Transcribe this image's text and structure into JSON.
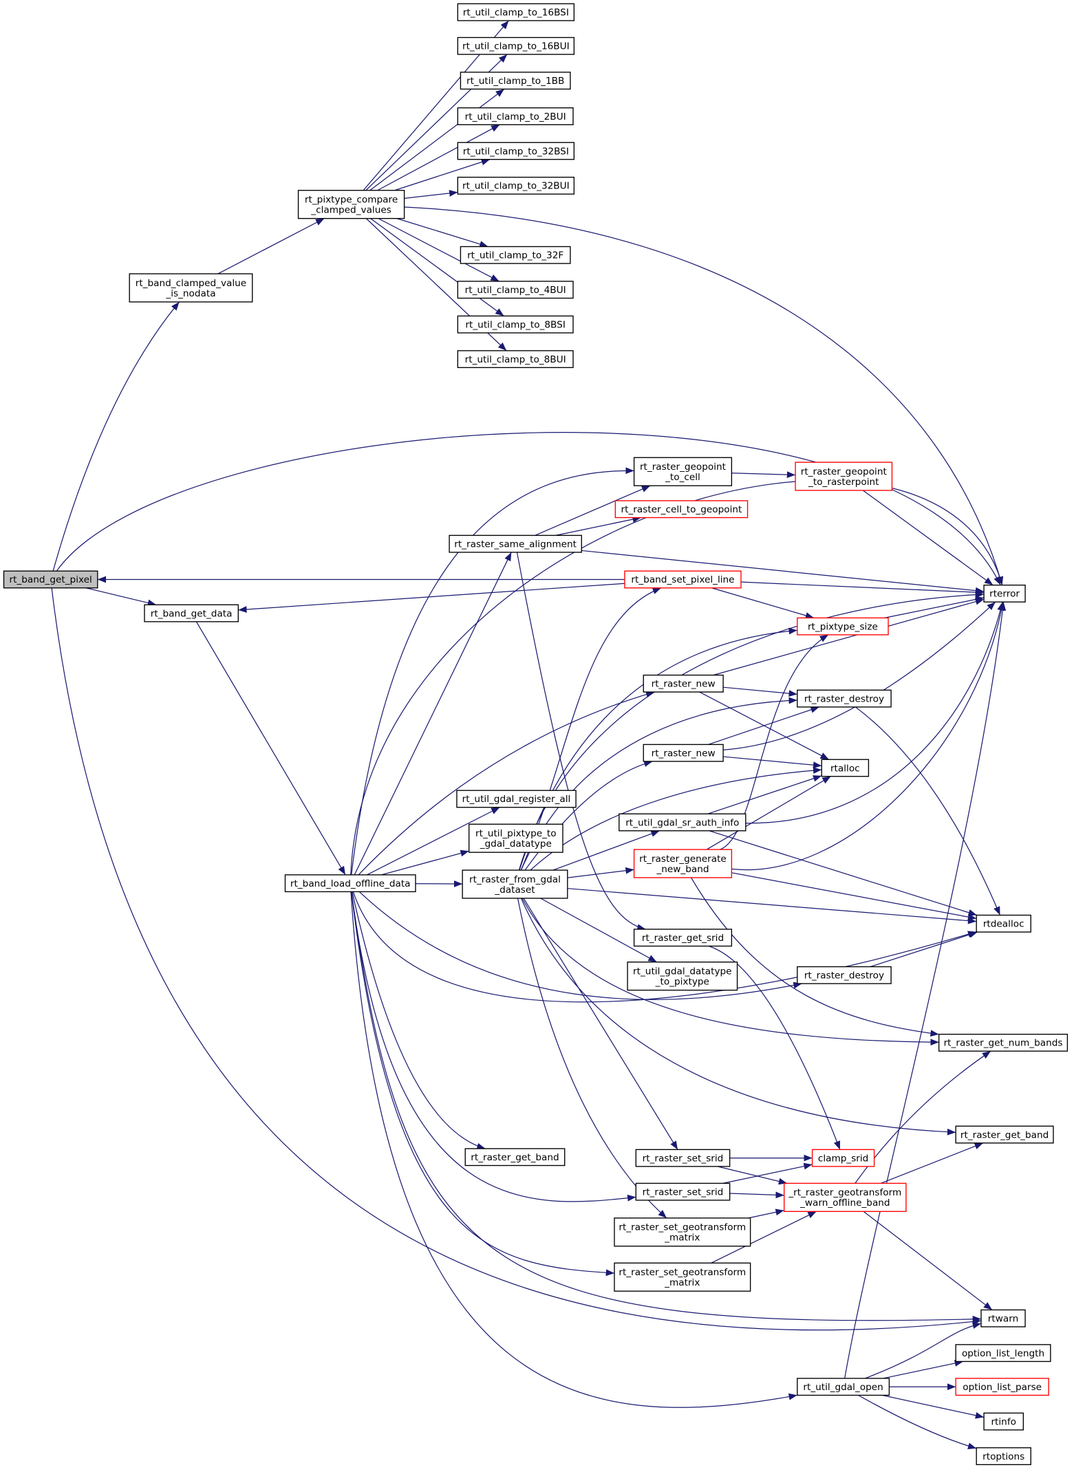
{
  "colors": {
    "edge": "#191970",
    "node_border": "#000000",
    "highlight_border": "#ff0000",
    "focus_fill": "#bfbfbf",
    "node_fill": "#ffffff"
  },
  "nodes": [
    {
      "id": "pixel",
      "lines": [
        "rt_band_get_pixel"
      ],
      "style": "focus"
    },
    {
      "id": "nodata",
      "lines": [
        "rt_band_clamped_value",
        "_is_nodata"
      ],
      "style": "normal"
    },
    {
      "id": "compare",
      "lines": [
        "rt_pixtype_compare",
        "_clamped_values"
      ],
      "style": "normal"
    },
    {
      "id": "c16bsi",
      "lines": [
        "rt_util_clamp_to_16BSI"
      ],
      "style": "normal"
    },
    {
      "id": "c16bui",
      "lines": [
        "rt_util_clamp_to_16BUI"
      ],
      "style": "normal"
    },
    {
      "id": "c1bb",
      "lines": [
        "rt_util_clamp_to_1BB"
      ],
      "style": "normal"
    },
    {
      "id": "c2bui",
      "lines": [
        "rt_util_clamp_to_2BUI"
      ],
      "style": "normal"
    },
    {
      "id": "c32bsi",
      "lines": [
        "rt_util_clamp_to_32BSI"
      ],
      "style": "normal"
    },
    {
      "id": "c32bui",
      "lines": [
        "rt_util_clamp_to_32BUI"
      ],
      "style": "normal"
    },
    {
      "id": "c32f",
      "lines": [
        "rt_util_clamp_to_32F"
      ],
      "style": "normal"
    },
    {
      "id": "c4bui",
      "lines": [
        "rt_util_clamp_to_4BUI"
      ],
      "style": "normal"
    },
    {
      "id": "c8bsi",
      "lines": [
        "rt_util_clamp_to_8BSI"
      ],
      "style": "normal"
    },
    {
      "id": "c8bui",
      "lines": [
        "rt_util_clamp_to_8BUI"
      ],
      "style": "normal"
    },
    {
      "id": "getdata",
      "lines": [
        "rt_band_get_data"
      ],
      "style": "normal"
    },
    {
      "id": "load",
      "lines": [
        "rt_band_load_offline_data"
      ],
      "style": "normal"
    },
    {
      "id": "g2cell",
      "lines": [
        "rt_raster_geopoint",
        "_to_cell"
      ],
      "style": "normal"
    },
    {
      "id": "g2rp",
      "lines": [
        "rt_raster_geopoint",
        "_to_rasterpoint"
      ],
      "style": "red"
    },
    {
      "id": "cell2g",
      "lines": [
        "rt_raster_cell_to_geopoint"
      ],
      "style": "red"
    },
    {
      "id": "samealign",
      "lines": [
        "rt_raster_same_alignment"
      ],
      "style": "normal"
    },
    {
      "id": "setpix",
      "lines": [
        "rt_band_set_pixel_line"
      ],
      "style": "red"
    },
    {
      "id": "rterror",
      "lines": [
        "rterror"
      ],
      "style": "normal"
    },
    {
      "id": "pxsize",
      "lines": [
        "rt_pixtype_size"
      ],
      "style": "red"
    },
    {
      "id": "new1",
      "lines": [
        "rt_raster_new"
      ],
      "style": "normal"
    },
    {
      "id": "destroy1",
      "lines": [
        "rt_raster_destroy"
      ],
      "style": "normal"
    },
    {
      "id": "new2",
      "lines": [
        "rt_raster_new"
      ],
      "style": "normal"
    },
    {
      "id": "rtalloc",
      "lines": [
        "rtalloc"
      ],
      "style": "normal"
    },
    {
      "id": "regall",
      "lines": [
        "rt_util_gdal_register_all"
      ],
      "style": "normal"
    },
    {
      "id": "px2gdal",
      "lines": [
        "rt_util_pixtype_to",
        "_gdal_datatype"
      ],
      "style": "normal"
    },
    {
      "id": "srauth",
      "lines": [
        "rt_util_gdal_sr_auth_info"
      ],
      "style": "normal"
    },
    {
      "id": "fromgdal",
      "lines": [
        "rt_raster_from_gdal",
        "_dataset"
      ],
      "style": "normal"
    },
    {
      "id": "genband",
      "lines": [
        "rt_raster_generate",
        "_new_band"
      ],
      "style": "red"
    },
    {
      "id": "rtdealloc",
      "lines": [
        "rtdealloc"
      ],
      "style": "normal"
    },
    {
      "id": "getsrid",
      "lines": [
        "rt_raster_get_srid"
      ],
      "style": "normal"
    },
    {
      "id": "gdal2px",
      "lines": [
        "rt_util_gdal_datatype",
        "_to_pixtype"
      ],
      "style": "normal"
    },
    {
      "id": "destroy2",
      "lines": [
        "rt_raster_destroy"
      ],
      "style": "normal"
    },
    {
      "id": "numbands",
      "lines": [
        "rt_raster_get_num_bands"
      ],
      "style": "normal"
    },
    {
      "id": "getband1",
      "lines": [
        "rt_raster_get_band"
      ],
      "style": "normal"
    },
    {
      "id": "getband2",
      "lines": [
        "rt_raster_get_band"
      ],
      "style": "normal"
    },
    {
      "id": "setsrid1",
      "lines": [
        "rt_raster_set_srid"
      ],
      "style": "normal"
    },
    {
      "id": "clampsrid",
      "lines": [
        "clamp_srid"
      ],
      "style": "red"
    },
    {
      "id": "setsrid2",
      "lines": [
        "rt_raster_set_srid"
      ],
      "style": "normal"
    },
    {
      "id": "warnoff",
      "lines": [
        "_rt_raster_geotransform",
        "_warn_offline_band"
      ],
      "style": "red"
    },
    {
      "id": "setgeo1",
      "lines": [
        "rt_raster_set_geotransform",
        "_matrix"
      ],
      "style": "normal"
    },
    {
      "id": "setgeo2",
      "lines": [
        "rt_raster_set_geotransform",
        "_matrix"
      ],
      "style": "normal"
    },
    {
      "id": "rtwarn",
      "lines": [
        "rtwarn"
      ],
      "style": "normal"
    },
    {
      "id": "optlen",
      "lines": [
        "option_list_length"
      ],
      "style": "normal"
    },
    {
      "id": "gdalopen",
      "lines": [
        "rt_util_gdal_open"
      ],
      "style": "normal"
    },
    {
      "id": "optparse",
      "lines": [
        "option_list_parse"
      ],
      "style": "red"
    },
    {
      "id": "rtinfo",
      "lines": [
        "rtinfo"
      ],
      "style": "normal"
    },
    {
      "id": "rtoptions",
      "lines": [
        "rtoptions"
      ],
      "style": "normal"
    }
  ],
  "edges": [
    [
      "pixel",
      "nodata"
    ],
    [
      "nodata",
      "compare"
    ],
    [
      "compare",
      "c16bsi"
    ],
    [
      "compare",
      "c16bui"
    ],
    [
      "compare",
      "c1bb"
    ],
    [
      "compare",
      "c2bui"
    ],
    [
      "compare",
      "c32bsi"
    ],
    [
      "compare",
      "c32bui"
    ],
    [
      "compare",
      "c32f"
    ],
    [
      "compare",
      "c4bui"
    ],
    [
      "compare",
      "c8bsi"
    ],
    [
      "compare",
      "c8bui"
    ],
    [
      "compare",
      "rterror"
    ],
    [
      "pixel",
      "rterror"
    ],
    [
      "pixel",
      "getdata"
    ],
    [
      "pixel",
      "rtwarn"
    ],
    [
      "setpix",
      "pixel"
    ],
    [
      "setpix",
      "getdata"
    ],
    [
      "getdata",
      "load"
    ],
    [
      "load",
      "rterror"
    ],
    [
      "load",
      "g2cell"
    ],
    [
      "load",
      "samealign"
    ],
    [
      "load",
      "new1"
    ],
    [
      "load",
      "regall"
    ],
    [
      "load",
      "px2gdal"
    ],
    [
      "load",
      "fromgdal"
    ],
    [
      "load",
      "destroy2"
    ],
    [
      "load",
      "rtdealloc"
    ],
    [
      "load",
      "getband2"
    ],
    [
      "load",
      "setsrid2"
    ],
    [
      "load",
      "setgeo2"
    ],
    [
      "load",
      "rtwarn"
    ],
    [
      "load",
      "gdalopen"
    ],
    [
      "samealign",
      "g2cell"
    ],
    [
      "samealign",
      "cell2g"
    ],
    [
      "samealign",
      "rterror"
    ],
    [
      "samealign",
      "getsrid"
    ],
    [
      "g2cell",
      "g2rp"
    ],
    [
      "g2rp",
      "rterror"
    ],
    [
      "setpix",
      "rterror"
    ],
    [
      "setpix",
      "pxsize"
    ],
    [
      "pxsize",
      "rterror"
    ],
    [
      "new1",
      "rterror"
    ],
    [
      "new1",
      "destroy1"
    ],
    [
      "new1",
      "rtalloc"
    ],
    [
      "new2",
      "destroy1"
    ],
    [
      "new2",
      "rterror"
    ],
    [
      "new2",
      "rtalloc"
    ],
    [
      "destroy1",
      "rtdealloc"
    ],
    [
      "fromgdal",
      "setpix"
    ],
    [
      "fromgdal",
      "rterror"
    ],
    [
      "fromgdal",
      "pxsize"
    ],
    [
      "fromgdal",
      "destroy1"
    ],
    [
      "fromgdal",
      "new2"
    ],
    [
      "fromgdal",
      "rtalloc"
    ],
    [
      "fromgdal",
      "srauth"
    ],
    [
      "fromgdal",
      "genband"
    ],
    [
      "fromgdal",
      "rtdealloc"
    ],
    [
      "fromgdal",
      "gdal2px"
    ],
    [
      "fromgdal",
      "numbands"
    ],
    [
      "fromgdal",
      "getband1"
    ],
    [
      "fromgdal",
      "setsrid1"
    ],
    [
      "fromgdal",
      "setgeo1"
    ],
    [
      "srauth",
      "rtalloc"
    ],
    [
      "srauth",
      "rterror"
    ],
    [
      "srauth",
      "rtdealloc"
    ],
    [
      "genband",
      "pxsize"
    ],
    [
      "genband",
      "rtalloc"
    ],
    [
      "genband",
      "rterror"
    ],
    [
      "genband",
      "rtdealloc"
    ],
    [
      "genband",
      "numbands"
    ],
    [
      "getsrid",
      "clampsrid"
    ],
    [
      "destroy2",
      "rtdealloc"
    ],
    [
      "setsrid1",
      "clampsrid"
    ],
    [
      "setsrid1",
      "warnoff"
    ],
    [
      "setsrid2",
      "clampsrid"
    ],
    [
      "setsrid2",
      "warnoff"
    ],
    [
      "setgeo1",
      "warnoff"
    ],
    [
      "setgeo2",
      "warnoff"
    ],
    [
      "warnoff",
      "getband1"
    ],
    [
      "warnoff",
      "numbands"
    ],
    [
      "warnoff",
      "rtwarn"
    ],
    [
      "gdalopen",
      "rterror"
    ],
    [
      "gdalopen",
      "rtwarn"
    ],
    [
      "gdalopen",
      "optlen"
    ],
    [
      "gdalopen",
      "optparse"
    ],
    [
      "gdalopen",
      "rtinfo"
    ],
    [
      "gdalopen",
      "rtoptions"
    ]
  ]
}
